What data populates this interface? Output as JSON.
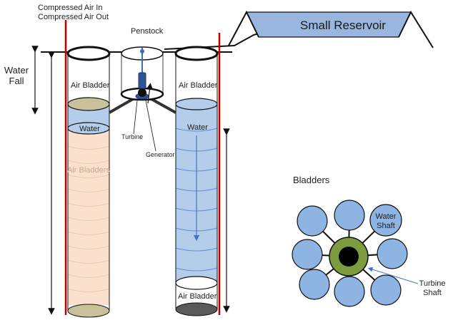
{
  "labels": {
    "compressed_air_in": "Compressed Air In",
    "compressed_air_out": "Compressed Air Out",
    "small_reservoir": "Small Reservoir",
    "penstock": "Penstock",
    "water_fall_line1": "Water",
    "water_fall_line2": "Fall",
    "air_bladder_left_top": "Air Bladder",
    "air_bladder_right_top": "Air Bladder",
    "air_bladder_right_bottom": "Air Bladder",
    "water_left": "Water",
    "water_right": "Water",
    "air_bladders_left": "Air Bladders",
    "turbine": "Turbine",
    "generator": "Generator",
    "bladders_title": "Bladders",
    "water_shaft_line1": "Water",
    "water_shaft_line2": "Shaft",
    "turbine_shaft_line1": "Turbine",
    "turbine_shaft_line2": "Shaft"
  },
  "colors": {
    "water_blue": "#b4cdeb",
    "water_blue_dark": "#8fb0dc",
    "bladder_blue": "#8eb4e3",
    "peach": "#fbe1cd",
    "khaki": "#c9c19a",
    "olive": "#7e9b3e",
    "red_pipe": "#c00000",
    "outline": "#111111",
    "reservoir": "#98b6de",
    "dark_gray": "#595959",
    "accent_blue": "#4472c4"
  },
  "icons": {
    "arrow": "arrow-icon",
    "turbine": "turbine-icon",
    "generator": "generator-icon"
  }
}
